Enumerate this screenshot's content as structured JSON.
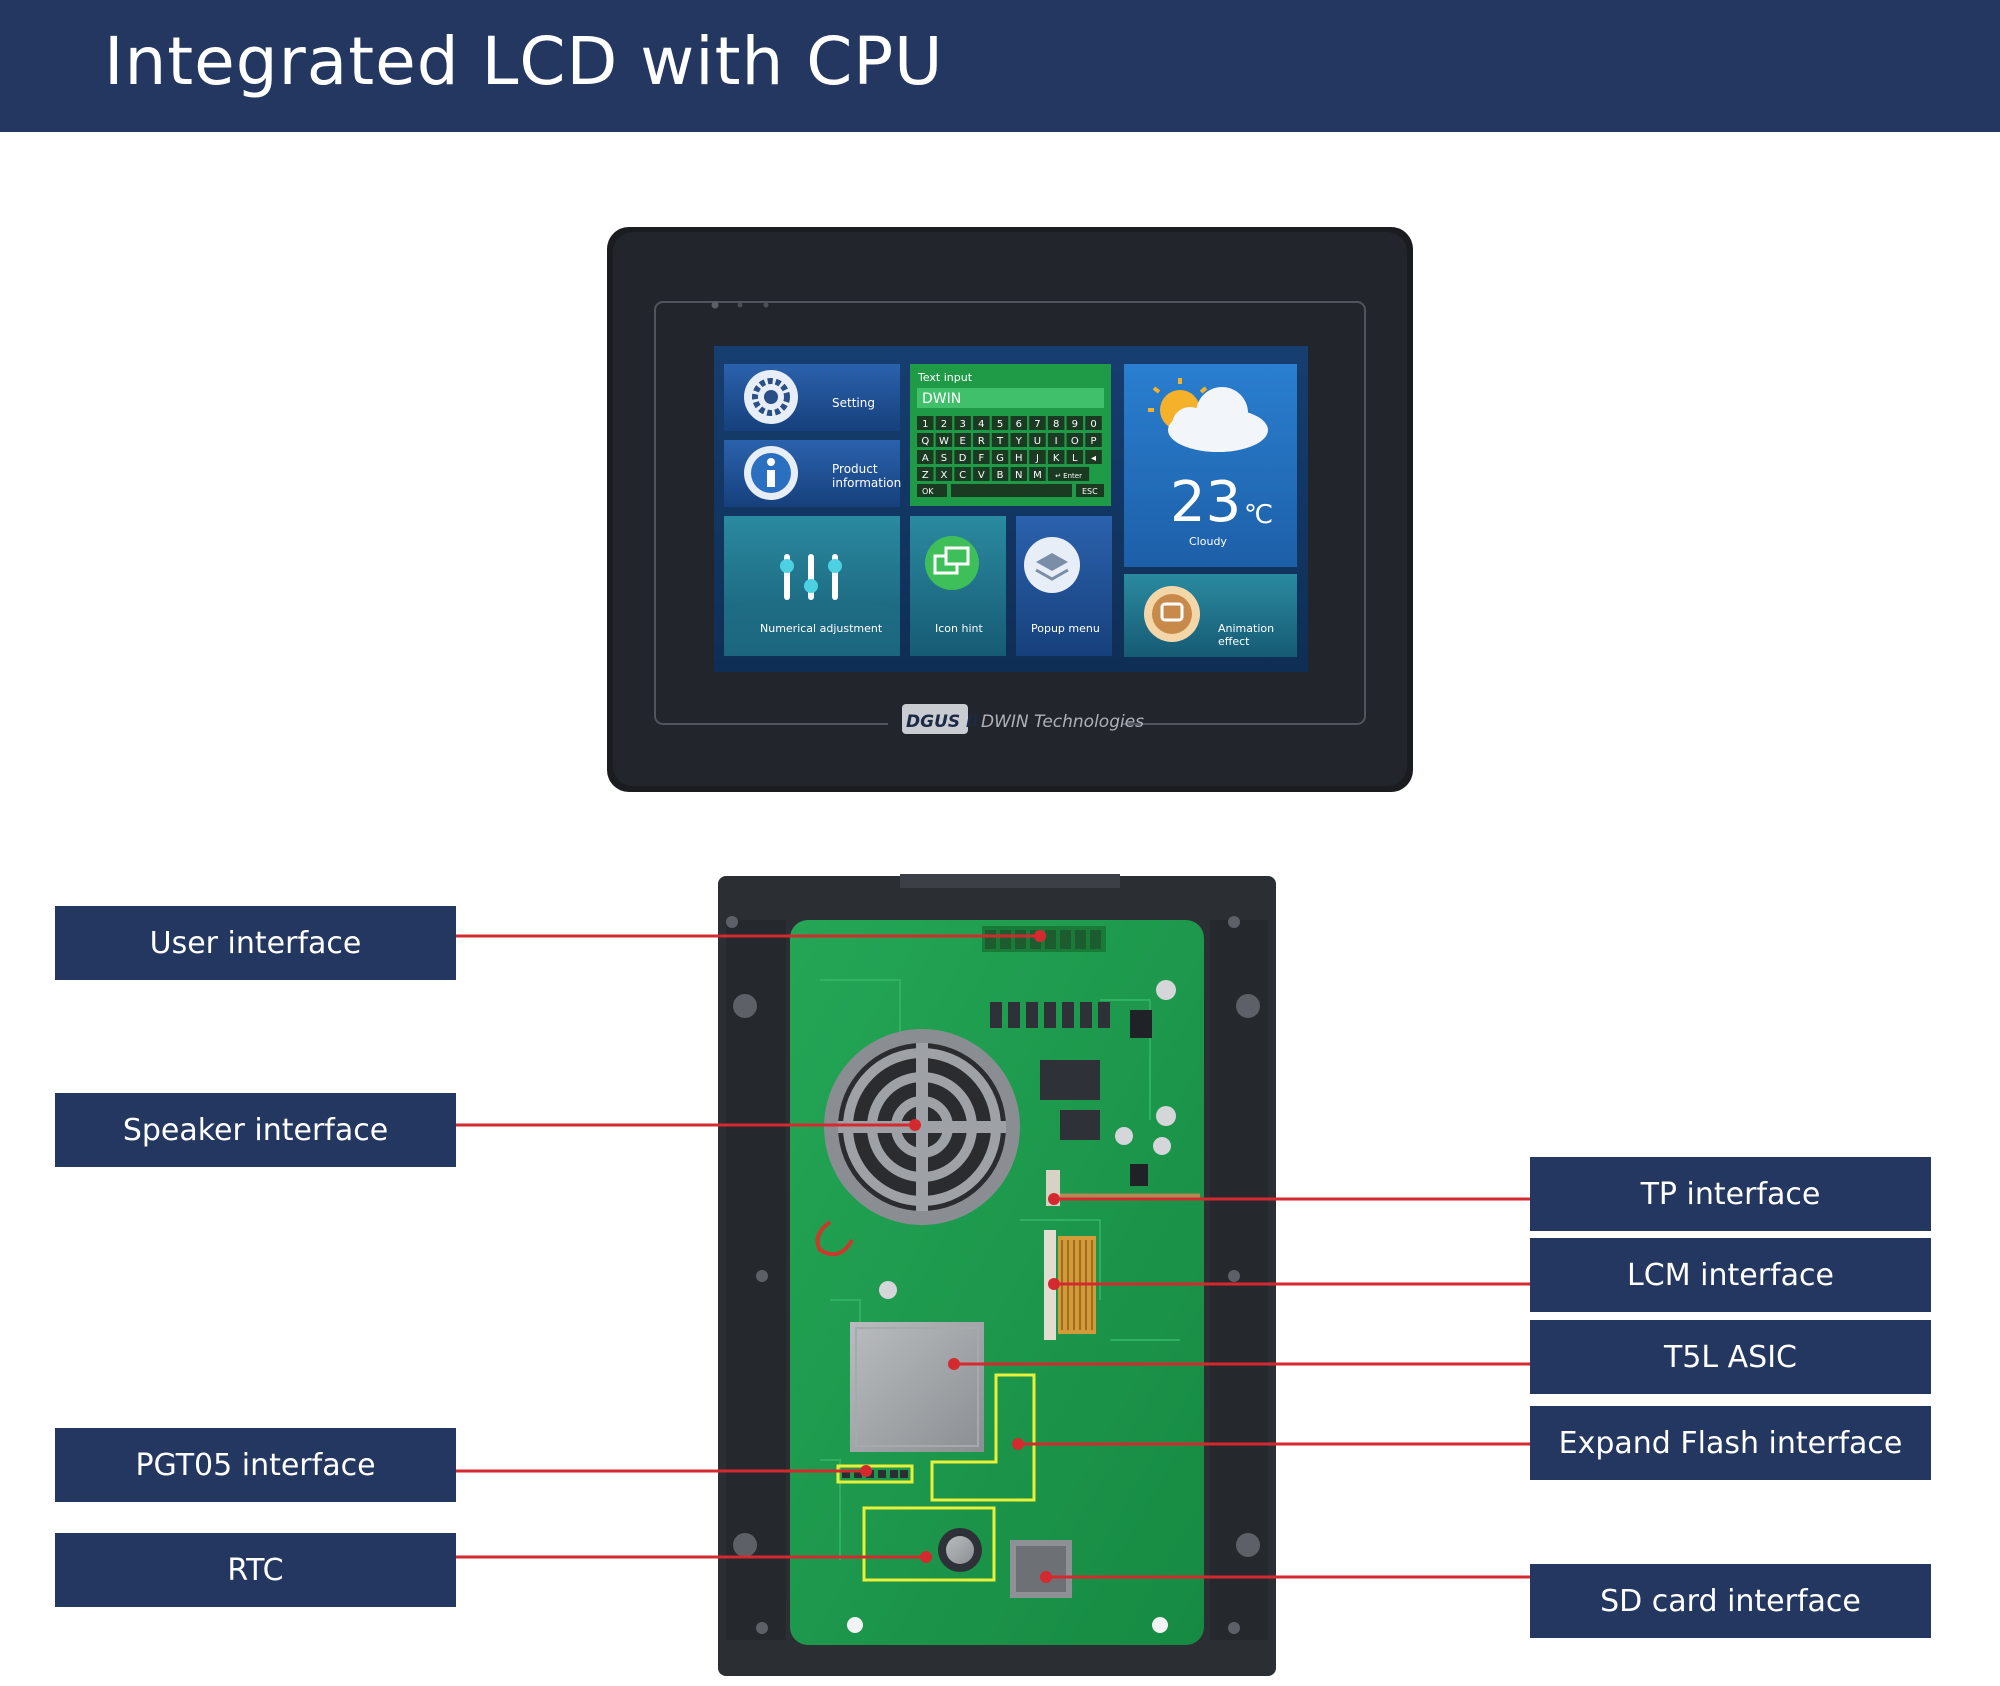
{
  "header": {
    "title": "Integrated LCD with CPU"
  },
  "screen": {
    "setting": "Setting",
    "product_line1": "Product",
    "product_line2": "information",
    "text_input": "Text input",
    "input_value": "DWIN",
    "keyboard_rows": [
      [
        "1",
        "2",
        "3",
        "4",
        "5",
        "6",
        "7",
        "8",
        "9",
        "0"
      ],
      [
        "Q",
        "W",
        "E",
        "R",
        "T",
        "Y",
        "U",
        "I",
        "O",
        "P"
      ],
      [
        "A",
        "S",
        "D",
        "F",
        "G",
        "H",
        "J",
        "K",
        "L",
        "◂"
      ],
      [
        "Z",
        "X",
        "C",
        "V",
        "B",
        "N",
        "M",
        "↵ Enter"
      ]
    ],
    "key_ok": "OK",
    "key_esc": "ESC",
    "temperature": "23",
    "unit": "℃",
    "weather": "Cloudy",
    "numerical": "Numerical adjustment",
    "icon_hint": "Icon hint",
    "popup": "Popup menu",
    "anim_line1": "Animation",
    "anim_line2": "effect"
  },
  "bezel": {
    "badge": "DGUS II",
    "brand": "DWIN Technologies"
  },
  "labels": {
    "user": "User interface",
    "speaker": "Speaker interface",
    "pgt": "PGT05 interface",
    "rtc": "RTC",
    "tp": "TP interface",
    "lcm": "LCM interface",
    "t5l": "T5L ASIC",
    "flash": "Expand Flash interface",
    "sd": "SD card interface"
  },
  "colors": {
    "navy": "#233761",
    "leader": "#d42a2f",
    "pcb": "#1f9a4c"
  }
}
